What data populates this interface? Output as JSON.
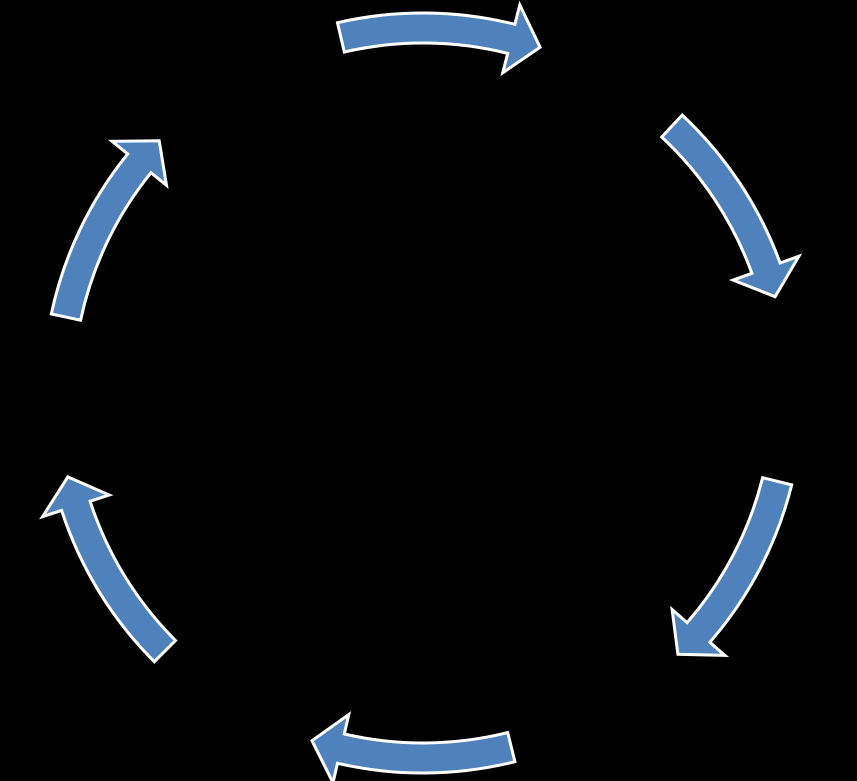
{
  "diagram": {
    "type": "cycle",
    "direction": "clockwise",
    "node_labels": [],
    "colors": {
      "background": "#000000",
      "arrow_fill": "#4f81bd",
      "arrow_stroke": "#ffffff"
    },
    "arrows": [
      {
        "name": "cycle-arrow-top",
        "icon": "curved-arrow-icon"
      },
      {
        "name": "cycle-arrow-upper-right",
        "icon": "curved-arrow-icon"
      },
      {
        "name": "cycle-arrow-lower-right",
        "icon": "curved-arrow-icon"
      },
      {
        "name": "cycle-arrow-bottom",
        "icon": "curved-arrow-icon"
      },
      {
        "name": "cycle-arrow-lower-left",
        "icon": "curved-arrow-icon"
      },
      {
        "name": "cycle-arrow-upper-left",
        "icon": "curved-arrow-icon"
      }
    ]
  }
}
